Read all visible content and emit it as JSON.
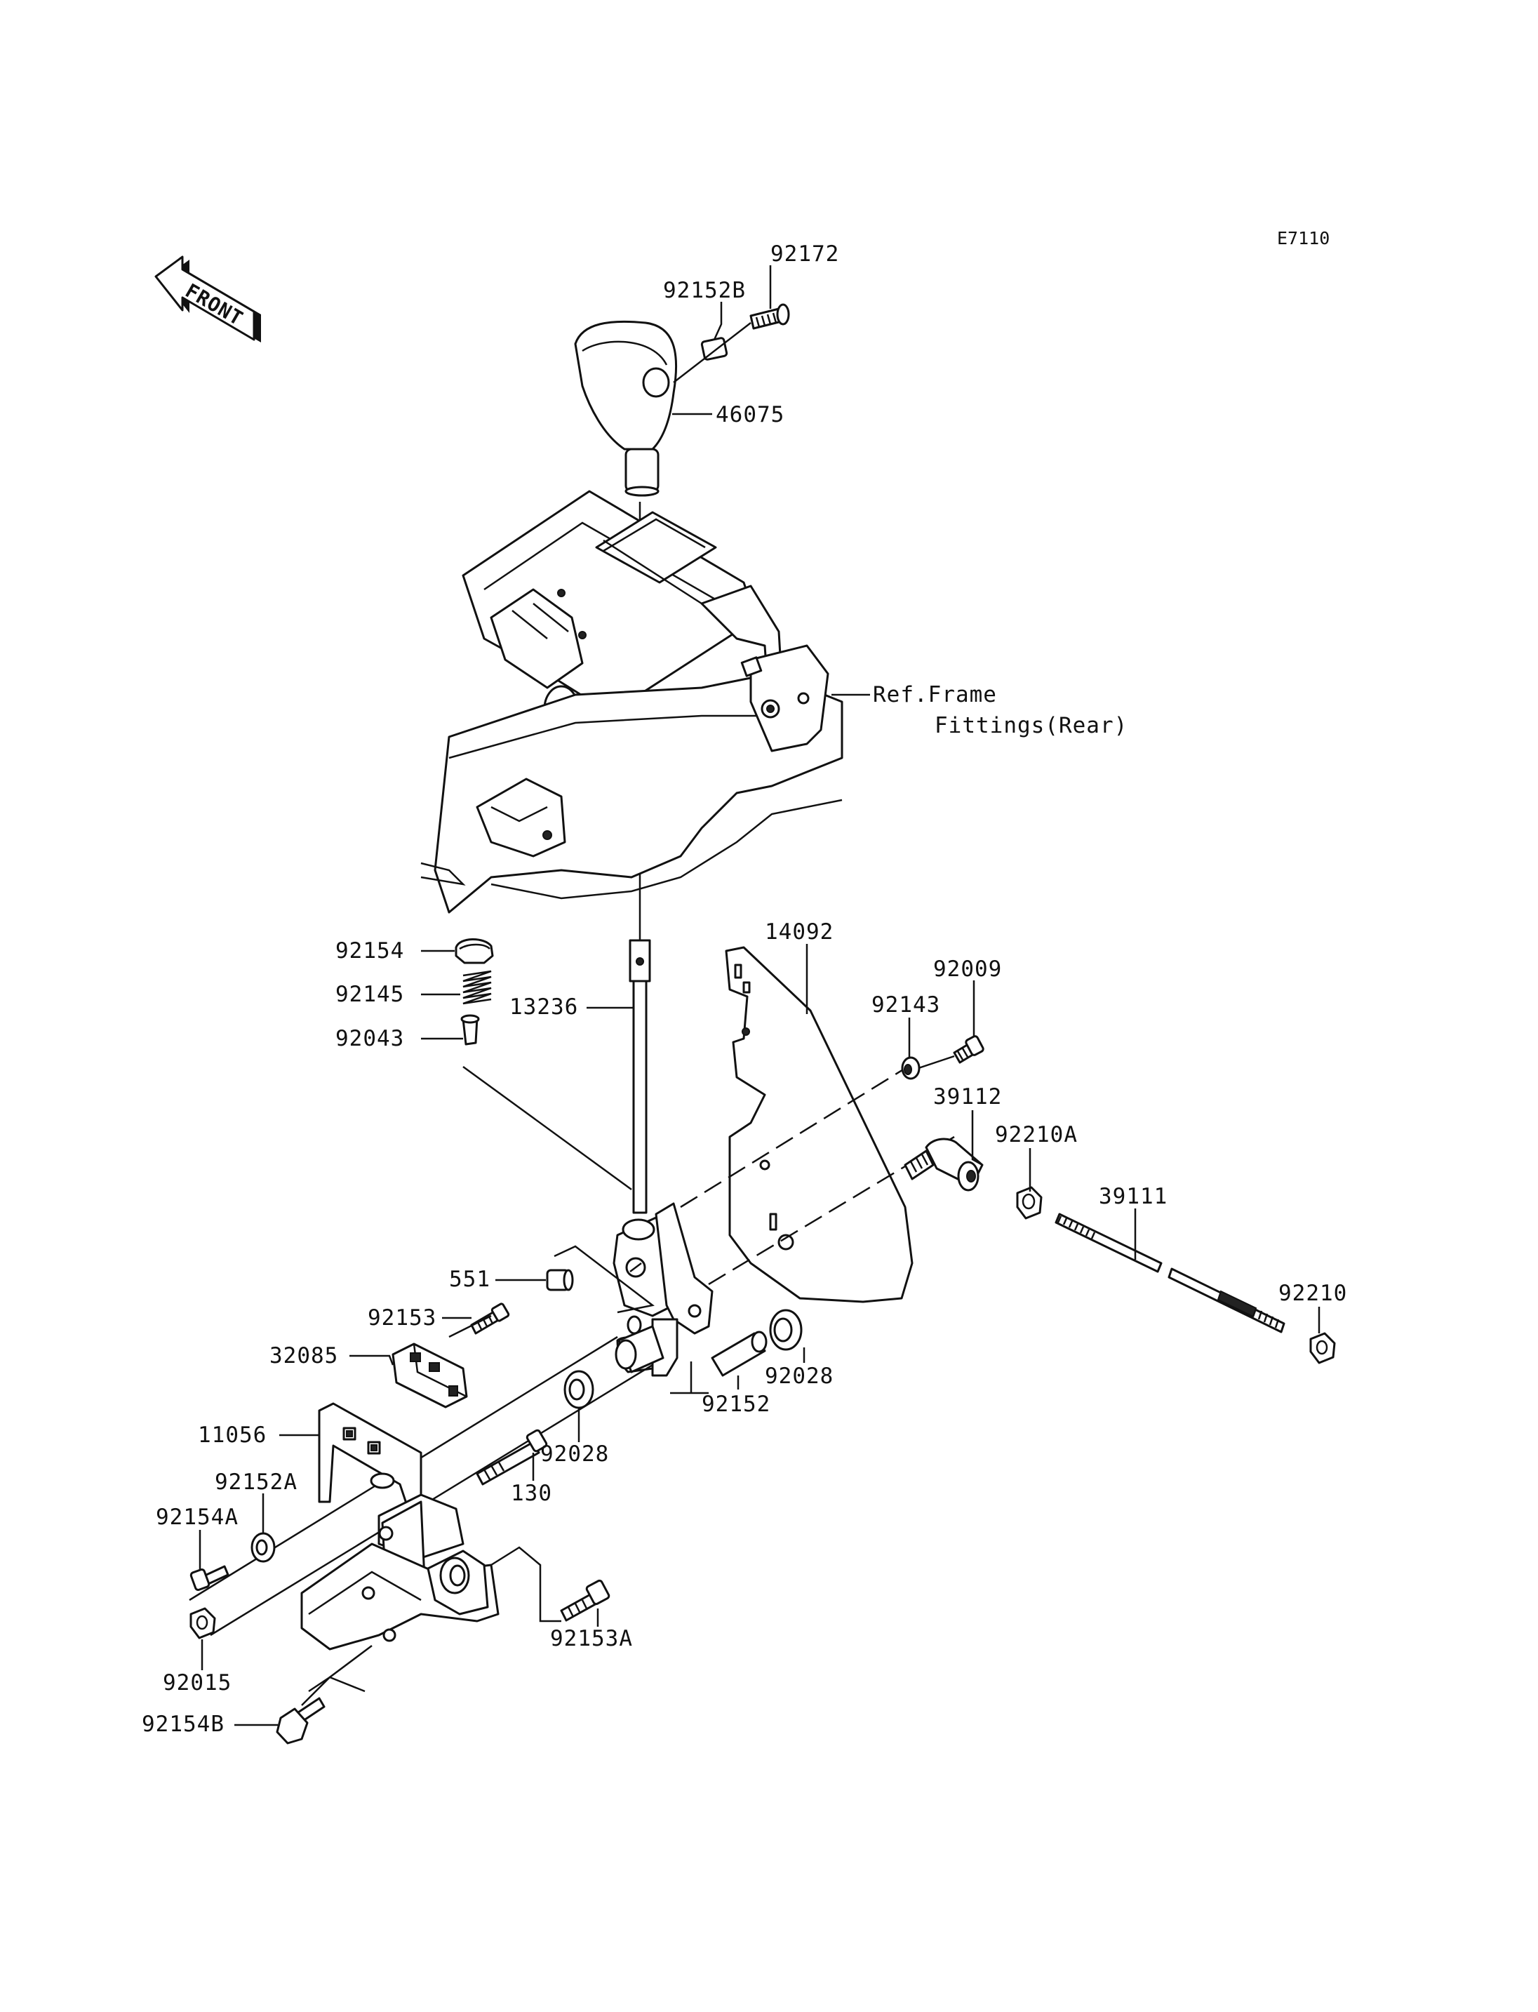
{
  "diagram": {
    "code": "E7110",
    "front_label": "FRONT",
    "ref_frame_line1": "Ref.Frame",
    "ref_frame_line2": "Fittings(Rear)"
  },
  "parts": [
    {
      "id": "p92172",
      "number": "92172"
    },
    {
      "id": "p92152B",
      "number": "92152B"
    },
    {
      "id": "p46075",
      "number": "46075"
    },
    {
      "id": "p14092",
      "number": "14092"
    },
    {
      "id": "p92009",
      "number": "92009"
    },
    {
      "id": "p92143",
      "number": "92143"
    },
    {
      "id": "p92154",
      "number": "92154"
    },
    {
      "id": "p92145",
      "number": "92145"
    },
    {
      "id": "p13236",
      "number": "13236"
    },
    {
      "id": "p92043",
      "number": "92043"
    },
    {
      "id": "p39112",
      "number": "39112"
    },
    {
      "id": "p92210A",
      "number": "92210A"
    },
    {
      "id": "p39111",
      "number": "39111"
    },
    {
      "id": "p551",
      "number": "551"
    },
    {
      "id": "p92153",
      "number": "92153"
    },
    {
      "id": "p92210",
      "number": "92210"
    },
    {
      "id": "p32085",
      "number": "32085"
    },
    {
      "id": "p92028a",
      "number": "92028"
    },
    {
      "id": "p92152",
      "number": "92152"
    },
    {
      "id": "p11056",
      "number": "11056"
    },
    {
      "id": "p92028b",
      "number": "92028"
    },
    {
      "id": "p130",
      "number": "130"
    },
    {
      "id": "p92152A",
      "number": "92152A"
    },
    {
      "id": "p92154A",
      "number": "92154A"
    },
    {
      "id": "p92153A",
      "number": "92153A"
    },
    {
      "id": "p92015",
      "number": "92015"
    },
    {
      "id": "p92154B",
      "number": "92154B"
    }
  ]
}
